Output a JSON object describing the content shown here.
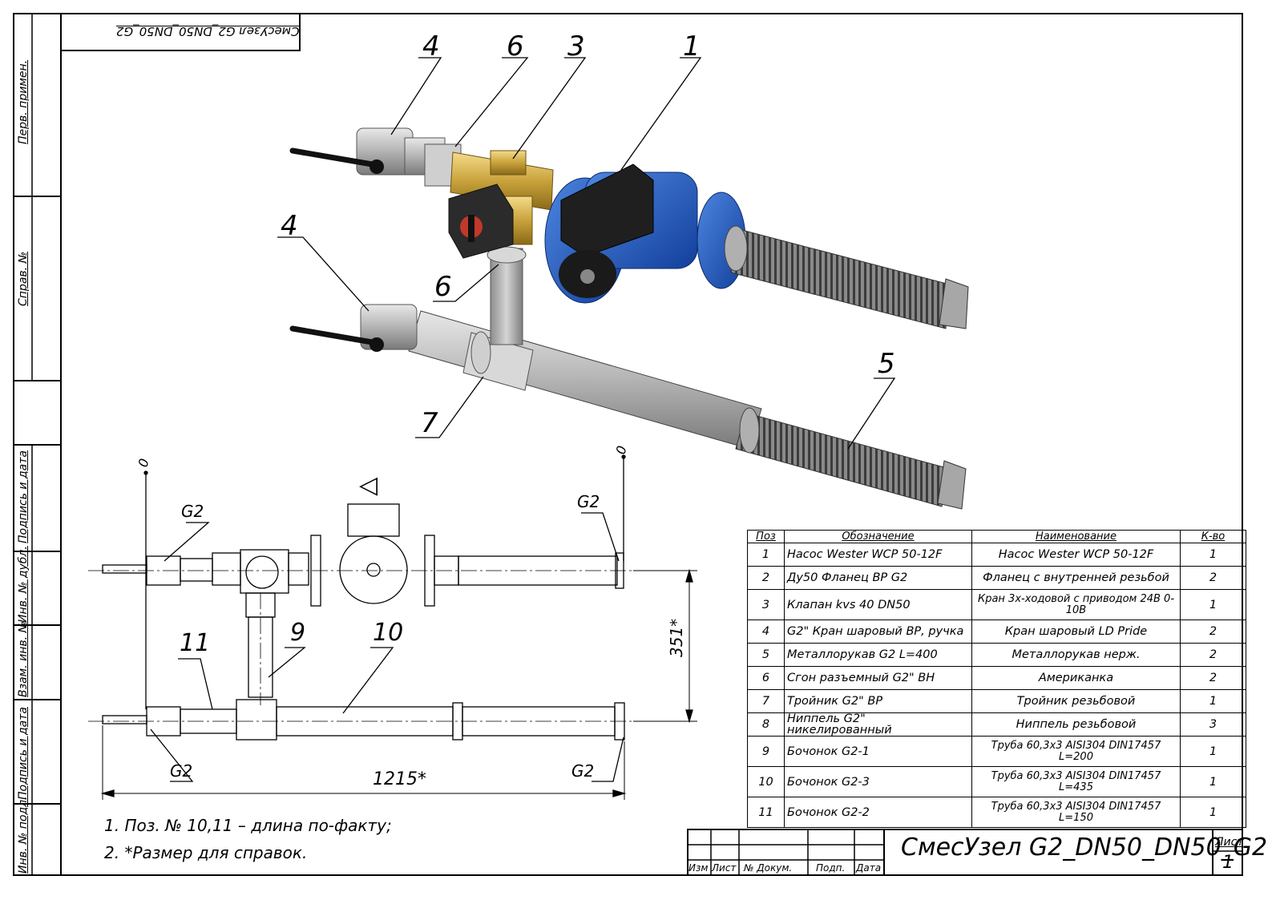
{
  "doc_code_mirrored": "СмесУзел G2_DN50_DN50_G2",
  "side_labels": [
    "Перв. примен.",
    "Справ. №",
    "Подпись и дата",
    "Инв. № дубл.",
    "Взам. инв. №",
    "Подпись и дата",
    "Инв. № подл."
  ],
  "callouts": {
    "p1": "1",
    "p3": "3",
    "p4a": "4",
    "p6a": "6",
    "p4b": "4",
    "p6b": "6",
    "p7": "7",
    "p5": "5",
    "p11": "11",
    "p9": "9",
    "p10": "10"
  },
  "drawing": {
    "marker_top": "◁",
    "zero_left": "0",
    "zero_right": "0",
    "g2_left_top": "G2",
    "g2_right_top": "G2",
    "g2_left_bottom": "G2",
    "g2_right_bottom": "G2",
    "dim_height": "351*",
    "dim_width": "1215*"
  },
  "notes": [
    "1.   Поз. № 10,11 – длина по-факту;",
    "2.   *Размер для справок."
  ],
  "spec_table": {
    "headers": [
      "Поз",
      "Обозначение",
      "Наименование",
      "К-во"
    ],
    "rows": [
      {
        "pos": "1",
        "designation": "Насос Wester WCP 50-12F",
        "name": "Насос Wester WCP 50-12F",
        "qty": "1"
      },
      {
        "pos": "2",
        "designation": "Ду50 Фланец ВР G2",
        "name": "Фланец с внутренней резьбой",
        "qty": "2"
      },
      {
        "pos": "3",
        "designation": "Клапан kvs 40 DN50",
        "name": "Кран 3х-ходовой с приводом 24В 0-10В",
        "qty": "1"
      },
      {
        "pos": "4",
        "designation": "G2\" Кран шаровый ВР, ручка",
        "name": "Кран шаровый LD Pride",
        "qty": "2"
      },
      {
        "pos": "5",
        "designation": "Металлорукав G2 L=400",
        "name": "Металлорукав нерж.",
        "qty": "2"
      },
      {
        "pos": "6",
        "designation": "Сгон разъемный G2\" ВН",
        "name": "Американка",
        "qty": "2"
      },
      {
        "pos": "7",
        "designation": "Тройник G2\" ВР",
        "name": "Тройник резьбовой",
        "qty": "1"
      },
      {
        "pos": "8",
        "designation": "Ниппель G2\" никелированный",
        "name": "Ниппель резьбовой",
        "qty": "3"
      },
      {
        "pos": "9",
        "designation": "Бочонок G2-1",
        "name": "Труба 60,3х3 AISI304 DIN17457 L=200",
        "qty": "1"
      },
      {
        "pos": "10",
        "designation": "Бочонок G2-3",
        "name": "Труба 60,3х3 AISI304 DIN17457 L=435",
        "qty": "1"
      },
      {
        "pos": "11",
        "designation": "Бочонок G2-2",
        "name": "Труба 60,3х3 AISI304 DIN17457 L=150",
        "qty": "1"
      }
    ]
  },
  "title_block": {
    "title": "СмесУзел G2_DN50_DN50_G2",
    "sheet_label": "Лист",
    "sheet_number": "1",
    "cols": [
      "Изм",
      "Лист",
      "№ Докум.",
      "Подп.",
      "Дата"
    ]
  }
}
